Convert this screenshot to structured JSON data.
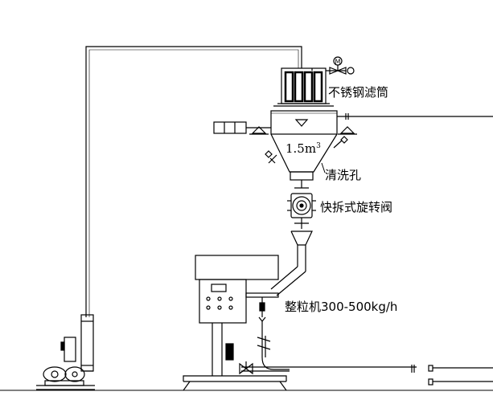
{
  "labels": {
    "filter": "不锈钢滤筒",
    "volume": "1.5m",
    "volume_sup": "3",
    "cleaning_hole": "清洗孔",
    "rotary_valve": "快拆式旋转阀",
    "granulator": "整粒机300-500kg/h",
    "motor_symbol": "M"
  },
  "colors": {
    "line": "#000000",
    "background": "#ffffff"
  },
  "icons": [
    "motor-valve-icon",
    "level-triangle-icon",
    "rotary-valve-icon",
    "roots-blower-icon",
    "check-valve-icon"
  ]
}
